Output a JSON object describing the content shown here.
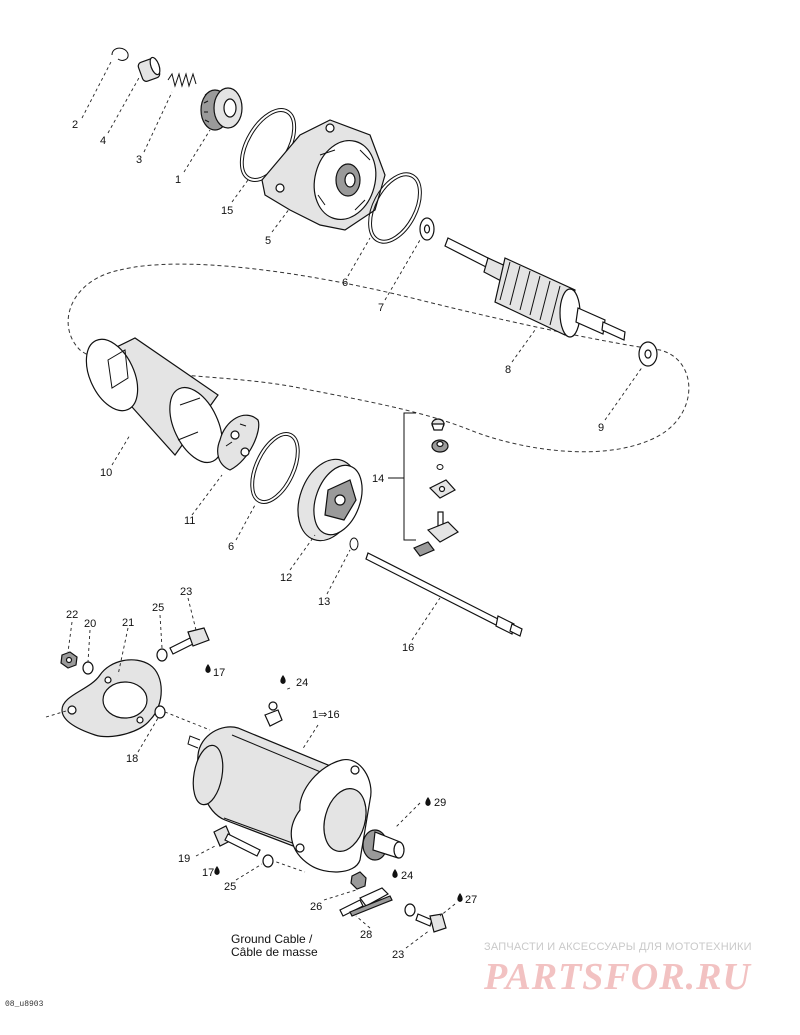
{
  "figure_code": "08_u8903",
  "callouts": {
    "c1": "1",
    "c2": "2",
    "c3": "3",
    "c4": "4",
    "c5": "5",
    "c6a": "6",
    "c6b": "6",
    "c7": "7",
    "c8": "8",
    "c9": "9",
    "c10": "10",
    "c11": "11",
    "c12": "12",
    "c13": "13",
    "c14": "14",
    "c15": "15",
    "c16": "16",
    "c17a": "17",
    "c17b": "17",
    "c18": "18",
    "c19": "19",
    "c20": "20",
    "c21": "21",
    "c22": "22",
    "c23a": "23",
    "c23b": "23",
    "c24a": "24",
    "c24b": "24",
    "c25a": "25",
    "c25b": "25",
    "c26": "26",
    "c27": "27",
    "c28": "28",
    "c29": "29",
    "c1to16": "1⇒16"
  },
  "ground_cable": {
    "line1": "Ground Cable /",
    "line2": "Câble de masse"
  },
  "watermark": {
    "line1": "ЗАПЧАСТИ И АКСЕССУАРЫ ДЛЯ МОТОТЕХНИКИ",
    "line2": "PARTSFOR.RU"
  }
}
